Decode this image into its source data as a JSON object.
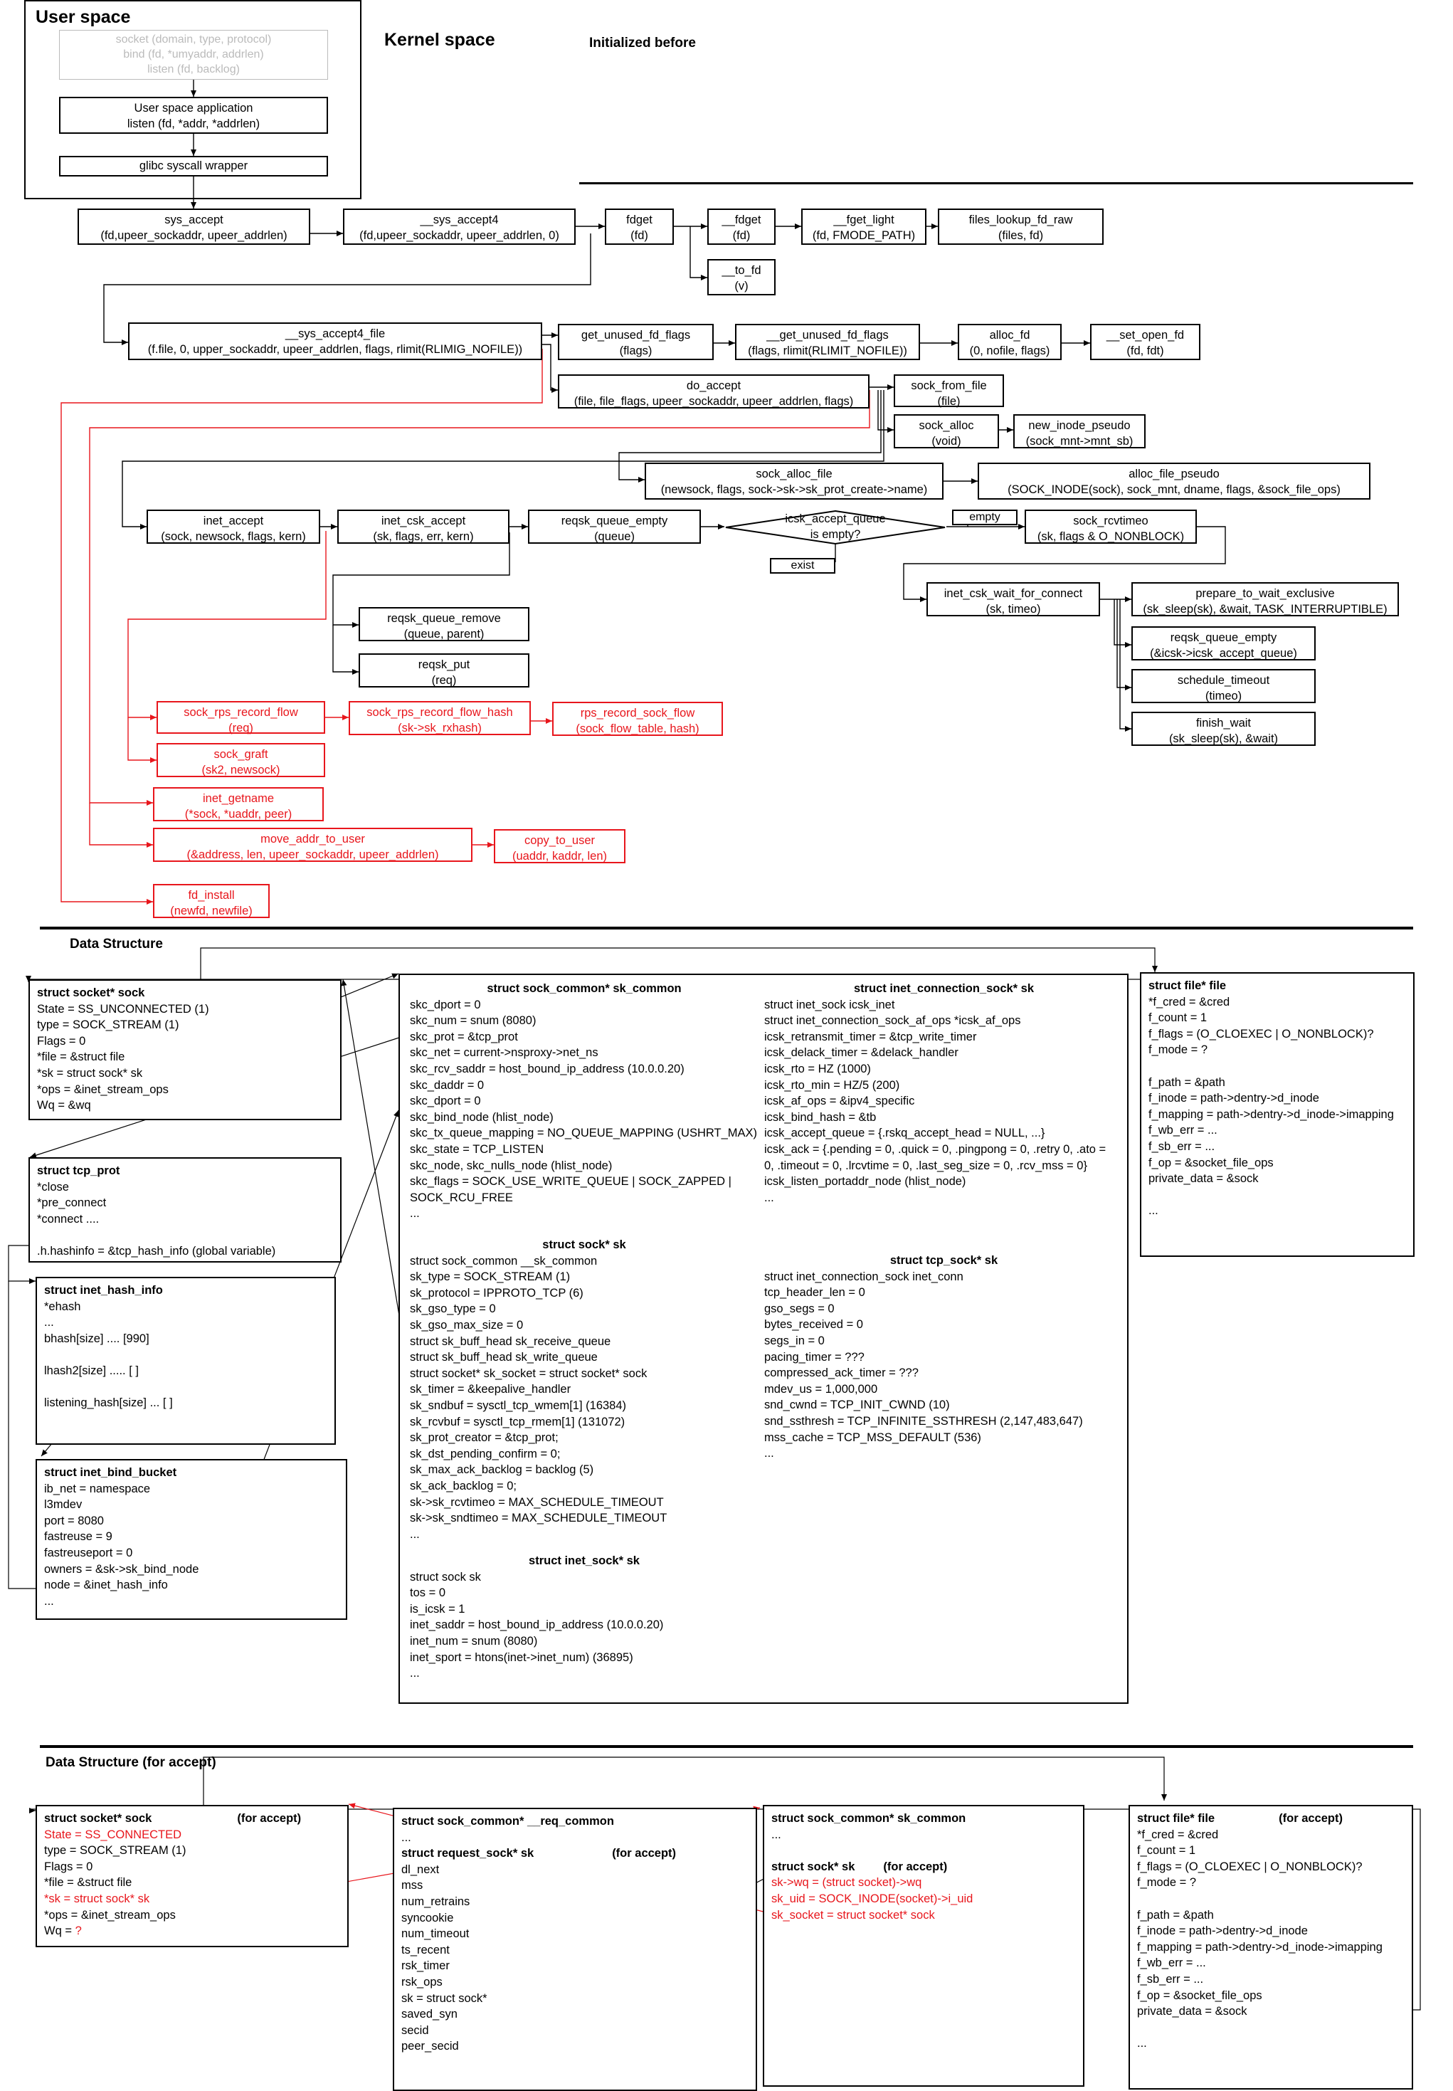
{
  "headers": {
    "user_space": "User space",
    "kernel_space": "Kernel space",
    "initialized_before": "Initialized before",
    "data_structure": "Data Structure",
    "data_structure_accept": "Data Structure (for accept)"
  },
  "colors": {
    "call_line": "#000000",
    "new_line": "#e8161c"
  },
  "user": {
    "syscalls": [
      "socket (domain, type, protocol)",
      "bind (fd, *umyaddr, addrlen)",
      "listen (fd, backlog)"
    ],
    "app": [
      "User space application",
      "listen (fd, *addr, *addrlen)"
    ],
    "glibc": "glibc syscall wrapper"
  },
  "calls": {
    "sys_accept": [
      "sys_accept",
      "(fd,upeer_sockaddr, upeer_addrlen)"
    ],
    "sys_accept4": [
      "__sys_accept4",
      "(fd,upeer_sockaddr, upeer_addrlen, 0)"
    ],
    "fdget": [
      "fdget",
      "(fd)"
    ],
    "__fdget": [
      "__fdget",
      "(fd)"
    ],
    "fget_light": [
      "__fget_light",
      "(fd, FMODE_PATH)"
    ],
    "files_lookup": [
      "files_lookup_fd_raw",
      "(files, fd)"
    ],
    "to_fd": [
      "__to_fd",
      "(v)"
    ],
    "sys_accept4_file": [
      "__sys_accept4_file",
      "(f.file, 0, upper_sockaddr, upeer_addrlen, flags, rlimit(RLIMIG_NOFILE))"
    ],
    "get_unused": [
      "get_unused_fd_flags",
      "(flags)"
    ],
    "__get_unused": [
      "__get_unused_fd_flags",
      "(flags, rlimit(RLIMIT_NOFILE))"
    ],
    "alloc_fd": [
      "alloc_fd",
      "(0, nofile, flags)"
    ],
    "set_open_fd": [
      "__set_open_fd",
      "(fd, fdt)"
    ],
    "do_accept": [
      "do_accept",
      "(file, file_flags, upeer_sockaddr, upeer_addrlen, flags)"
    ],
    "sock_from_file": [
      "sock_from_file",
      "(file)"
    ],
    "sock_alloc": [
      "sock_alloc",
      "(void)"
    ],
    "new_inode_pseudo": [
      "new_inode_pseudo",
      "(sock_mnt->mnt_sb)"
    ],
    "sock_alloc_file": [
      "sock_alloc_file",
      "(newsock, flags, sock->sk->sk_prot_create->name)"
    ],
    "alloc_file_pseudo": [
      "alloc_file_pseudo",
      "(SOCK_INODE(sock), sock_mnt, dname, flags, &sock_file_ops)"
    ],
    "inet_accept": [
      "inet_accept",
      "(sock, newsock, flags, kern)"
    ],
    "inet_csk_accept": [
      "inet_csk_accept",
      "(sk, flags, err, kern)"
    ],
    "reqsk_queue_empty": [
      "reqsk_queue_empty",
      "(queue)"
    ],
    "icsk_decision": [
      "icsk_accept_queue",
      "is empty?"
    ],
    "empty": "empty",
    "exist": "exist",
    "sock_rcvtimeo": [
      "sock_rcvtimeo",
      "(sk, flags & O_NONBLOCK)"
    ],
    "inet_csk_wait": [
      "inet_csk_wait_for_connect",
      "(sk, timeo)"
    ],
    "prepare_to_wait": [
      "prepare_to_wait_exclusive",
      "(sk_sleep(sk), &wait, TASK_INTERRUPTIBLE)"
    ],
    "reqsk_queue_empty2": [
      "reqsk_queue_empty",
      "(&icsk->icsk_accept_queue)"
    ],
    "schedule_timeout": [
      "schedule_timeout",
      "(timeo)"
    ],
    "finish_wait": [
      "finish_wait",
      "(sk_sleep(sk), &wait)"
    ],
    "reqsk_queue_remove": [
      "reqsk_queue_remove",
      "(queue, parent)"
    ],
    "reqsk_put": [
      "reqsk_put",
      "(req)"
    ],
    "sock_rps_record_flow": [
      "sock_rps_record_flow",
      "(req)"
    ],
    "sock_rps_record_flow_hash": [
      "sock_rps_record_flow_hash",
      "(sk->sk_rxhash)"
    ],
    "rps_record_sock_flow": [
      "rps_record_sock_flow",
      "(sock_flow_table, hash)"
    ],
    "sock_graft": [
      "sock_graft",
      "(sk2, newsock)"
    ],
    "inet_getname": [
      "inet_getname",
      "(*sock, *uaddr, peer)"
    ],
    "move_addr_to_user": [
      "move_addr_to_user",
      "(&address, len, upeer_sockaddr, upeer_addrlen)"
    ],
    "copy_to_user": [
      "copy_to_user",
      "(uaddr, kaddr, len)"
    ],
    "fd_install": [
      "fd_install",
      "(newfd, newfile)"
    ]
  },
  "ds": {
    "socket": {
      "title": "struct socket* sock",
      "lines": [
        "State = SS_UNCONNECTED (1)",
        "type = SOCK_STREAM (1)",
        "Flags = 0",
        "*file = &struct file",
        "*sk = struct sock* sk",
        "*ops = &inet_stream_ops",
        "Wq = &wq"
      ]
    },
    "tcp_prot": {
      "title": "struct tcp_prot",
      "lines": [
        "*close",
        "*pre_connect",
        "*connect ....",
        "",
        ".h.hashinfo = &tcp_hash_info (global variable)"
      ]
    },
    "hash_info": {
      "title": "struct inet_hash_info",
      "lines": [
        "*ehash",
        "...",
        "bhash[size]   .... [990]",
        "",
        "lhash2[size] ..... [ ]",
        "",
        "listening_hash[size] ... [ ]"
      ]
    },
    "bind_bucket": {
      "title": "struct inet_bind_bucket",
      "lines": [
        "ib_net = namespace",
        "l3mdev",
        "port = 8080",
        "fastreuse = 9",
        "fastreuseport = 0",
        "owners = &sk->sk_bind_node",
        "node = &inet_hash_info",
        "..."
      ]
    },
    "sock_common": {
      "title": "struct sock_common* sk_common",
      "lines": [
        "skc_dport = 0",
        "skc_num = snum (8080)",
        "skc_prot = &tcp_prot",
        "skc_net  = current->nsproxy->net_ns",
        "skc_rcv_saddr = host_bound_ip_address (10.0.0.20)",
        "skc_daddr = 0",
        "skc_dport = 0",
        "skc_bind_node (hlist_node)",
        "skc_tx_queue_mapping = NO_QUEUE_MAPPING (USHRT_MAX)",
        "skc_state = TCP_LISTEN",
        "skc_node, skc_nulls_node (hlist_node)",
        "skc_flags = SOCK_USE_WRITE_QUEUE | SOCK_ZAPPED |",
        "SOCK_RCU_FREE",
        "..."
      ]
    },
    "icsk": {
      "title": "struct inet_connection_sock* sk",
      "lines": [
        "struct inet_sock icsk_inet",
        "struct inet_connection_sock_af_ops *icsk_af_ops",
        "icsk_retransmit_timer = &tcp_write_timer",
        "icsk_delack_timer = &delack_handler",
        "icsk_rto = HZ (1000)",
        "icsk_rto_min = HZ/5 (200)",
        "icsk_af_ops = &ipv4_specific",
        "icsk_bind_hash = &tb",
        "icsk_accept_queue = {.rskq_accept_head = NULL, ...}",
        "icsk_ack = {.pending = 0, .quick = 0, .pingpong = 0, .retry 0, .ato =",
        "0, .timeout = 0, .lrcvtime = 0, .last_seg_size = 0, .rcv_mss = 0}",
        "icsk_listen_portaddr_node (hlist_node)",
        "..."
      ]
    },
    "sock": {
      "title": "struct sock* sk",
      "lines": [
        "struct sock_common __sk_common",
        "sk_type = SOCK_STREAM (1)",
        "sk_protocol = IPPROTO_TCP (6)",
        "sk_gso_type = 0",
        "sk_gso_max_size = 0",
        "struct sk_buff_head sk_receive_queue",
        "struct sk_buff_head sk_write_queue",
        "struct socket* sk_socket = struct socket* sock",
        "sk_timer = &keepalive_handler",
        "sk_sndbuf = sysctl_tcp_wmem[1] (16384)",
        "sk_rcvbuf = sysctl_tcp_rmem[1] (131072)",
        "sk_prot_creator = &tcp_prot;",
        "sk_dst_pending_confirm = 0;",
        "sk_max_ack_backlog = backlog (5)",
        "sk_ack_backlog = 0;",
        "sk->sk_rcvtimeo = MAX_SCHEDULE_TIMEOUT",
        "sk->sk_sndtimeo = MAX_SCHEDULE_TIMEOUT",
        "..."
      ]
    },
    "tcp_sock": {
      "title": "struct tcp_sock* sk",
      "lines": [
        "struct inet_connection_sock inet_conn",
        "tcp_header_len = 0",
        "gso_segs = 0",
        "bytes_received = 0",
        "segs_in = 0",
        "pacing_timer = ???",
        "compressed_ack_timer = ???",
        "mdev_us = 1,000,000",
        "snd_cwnd = TCP_INIT_CWND (10)",
        "snd_ssthresh = TCP_INFINITE_SSTHRESH (2,147,483,647)",
        "mss_cache = TCP_MSS_DEFAULT (536)",
        "..."
      ]
    },
    "inet_sock": {
      "title": "struct inet_sock* sk",
      "lines": [
        "struct sock sk",
        "tos = 0",
        "is_icsk = 1",
        "inet_saddr = host_bound_ip_address (10.0.0.20)",
        "inet_num = snum (8080)",
        "inet_sport = htons(inet->inet_num) (36895)",
        "..."
      ]
    },
    "file": {
      "title": "struct file* file",
      "lines": [
        "*f_cred = &cred",
        "f_count = 1",
        "f_flags = (O_CLOEXEC | O_NONBLOCK)?",
        "f_mode = ?",
        "",
        "f_path = &path",
        "f_inode = path->dentry->d_inode",
        "f_mapping = path->dentry->d_inode->imapping",
        "f_wb_err = ...",
        "f_sb_err = ...",
        "f_op = &socket_file_ops",
        "private_data = &sock",
        "",
        "..."
      ]
    }
  },
  "acc": {
    "tag": "(for accept)",
    "socket": {
      "title": "struct socket* sock",
      "lines": [
        {
          "text": "State = SS_CONNECTED",
          "red": true
        },
        {
          "text": "type = SOCK_STREAM (1)",
          "red": false
        },
        {
          "text": "Flags = 0",
          "red": false
        },
        {
          "text": "*file = &struct file",
          "red": false
        },
        {
          "text": "*sk = struct sock* sk",
          "red": true
        },
        {
          "text": "*ops = &inet_stream_ops",
          "red": false
        }
      ],
      "wq_label": "Wq = ",
      "wq_value": "?"
    },
    "req_common": {
      "title": "struct sock_common* __req_common",
      "lines": [
        "..."
      ]
    },
    "request_sock": {
      "title": "struct request_sock* sk",
      "lines": [
        "dl_next",
        "mss",
        "num_retrains",
        "syncookie",
        "num_timeout",
        "ts_recent",
        "rsk_timer",
        "rsk_ops",
        "sk = struct sock*",
        "saved_syn",
        "secid",
        "peer_secid"
      ]
    },
    "sk_common": {
      "title": "struct sock_common* sk_common",
      "lines": [
        "..."
      ]
    },
    "sock": {
      "title": "struct sock* sk",
      "lines": [
        "sk->wq = (struct socket)->wq",
        "sk_uid = SOCK_INODE(socket)->i_uid",
        "sk_socket = struct socket* sock"
      ]
    },
    "file": {
      "title": "struct file* file",
      "lines": [
        "*f_cred = &cred",
        "f_count = 1",
        "f_flags = (O_CLOEXEC | O_NONBLOCK)?",
        "f_mode = ?",
        "",
        "f_path = &path",
        "f_inode = path->dentry->d_inode",
        "f_mapping = path->dentry->d_inode->imapping",
        "f_wb_err = ...",
        "f_sb_err = ...",
        "f_op = &socket_file_ops",
        "private_data = &sock",
        "",
        "..."
      ]
    }
  }
}
